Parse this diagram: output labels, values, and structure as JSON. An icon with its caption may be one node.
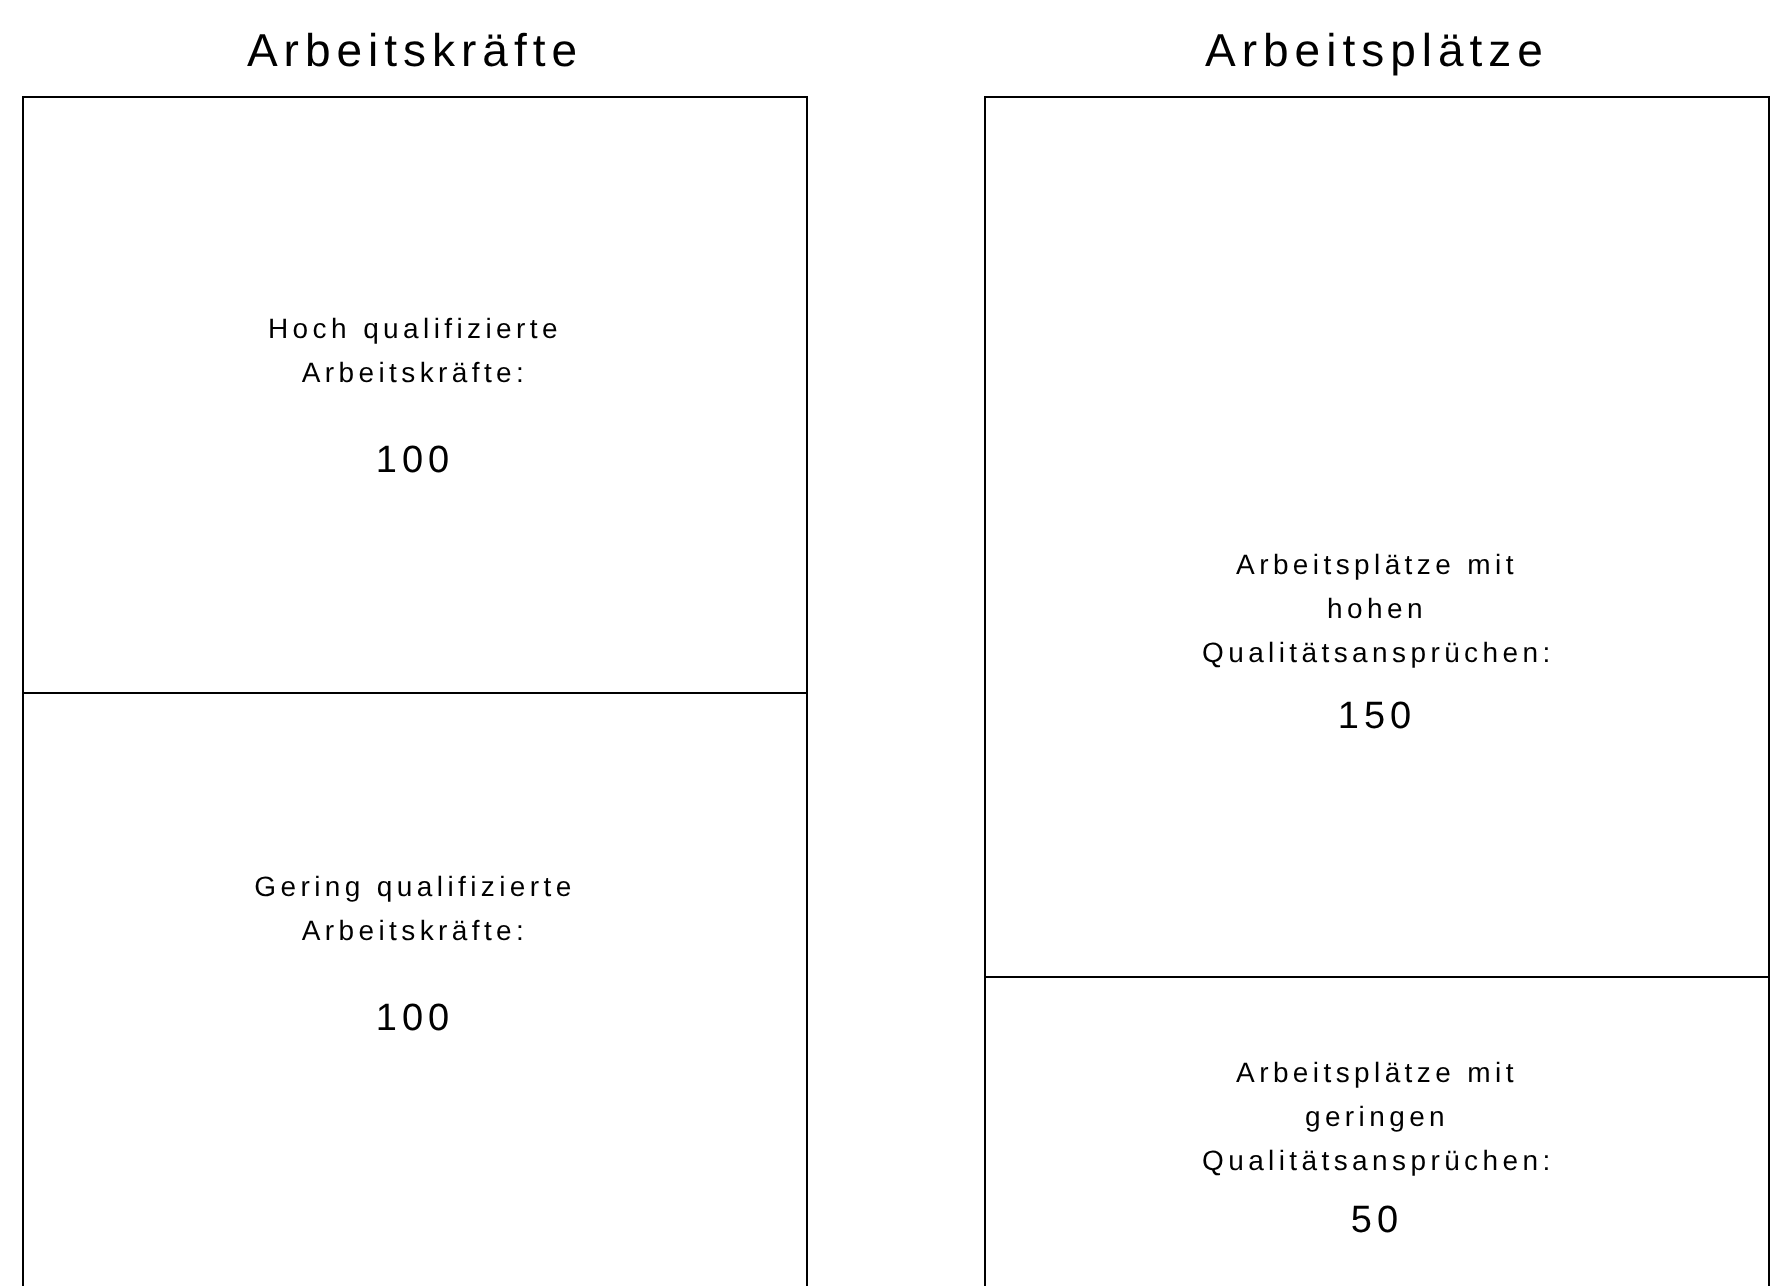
{
  "diagram": {
    "nodes": [
      {
        "text": [
          "Arbeitskräfte"
        ]
      },
      {
        "text": [
          "Hoch qualifizierte Arbeitskräfte:",
          "100"
        ],
        "in": 0
      },
      {
        "text": [
          "Gering qualifizierte Arbeitskräfte:",
          "100"
        ],
        "in": 0
      },
      {
        "text": [
          "Arbeitsplätze"
        ]
      },
      {
        "text": [
          "Arbeitsplätze mit hohen Qualitätsansprüchen:",
          "150"
        ],
        "in": 3
      },
      {
        "text": [
          "Arbeitsplätze mit geringen Qualitätsansprüchen:",
          "50"
        ],
        "in": 3
      }
    ]
  }
}
